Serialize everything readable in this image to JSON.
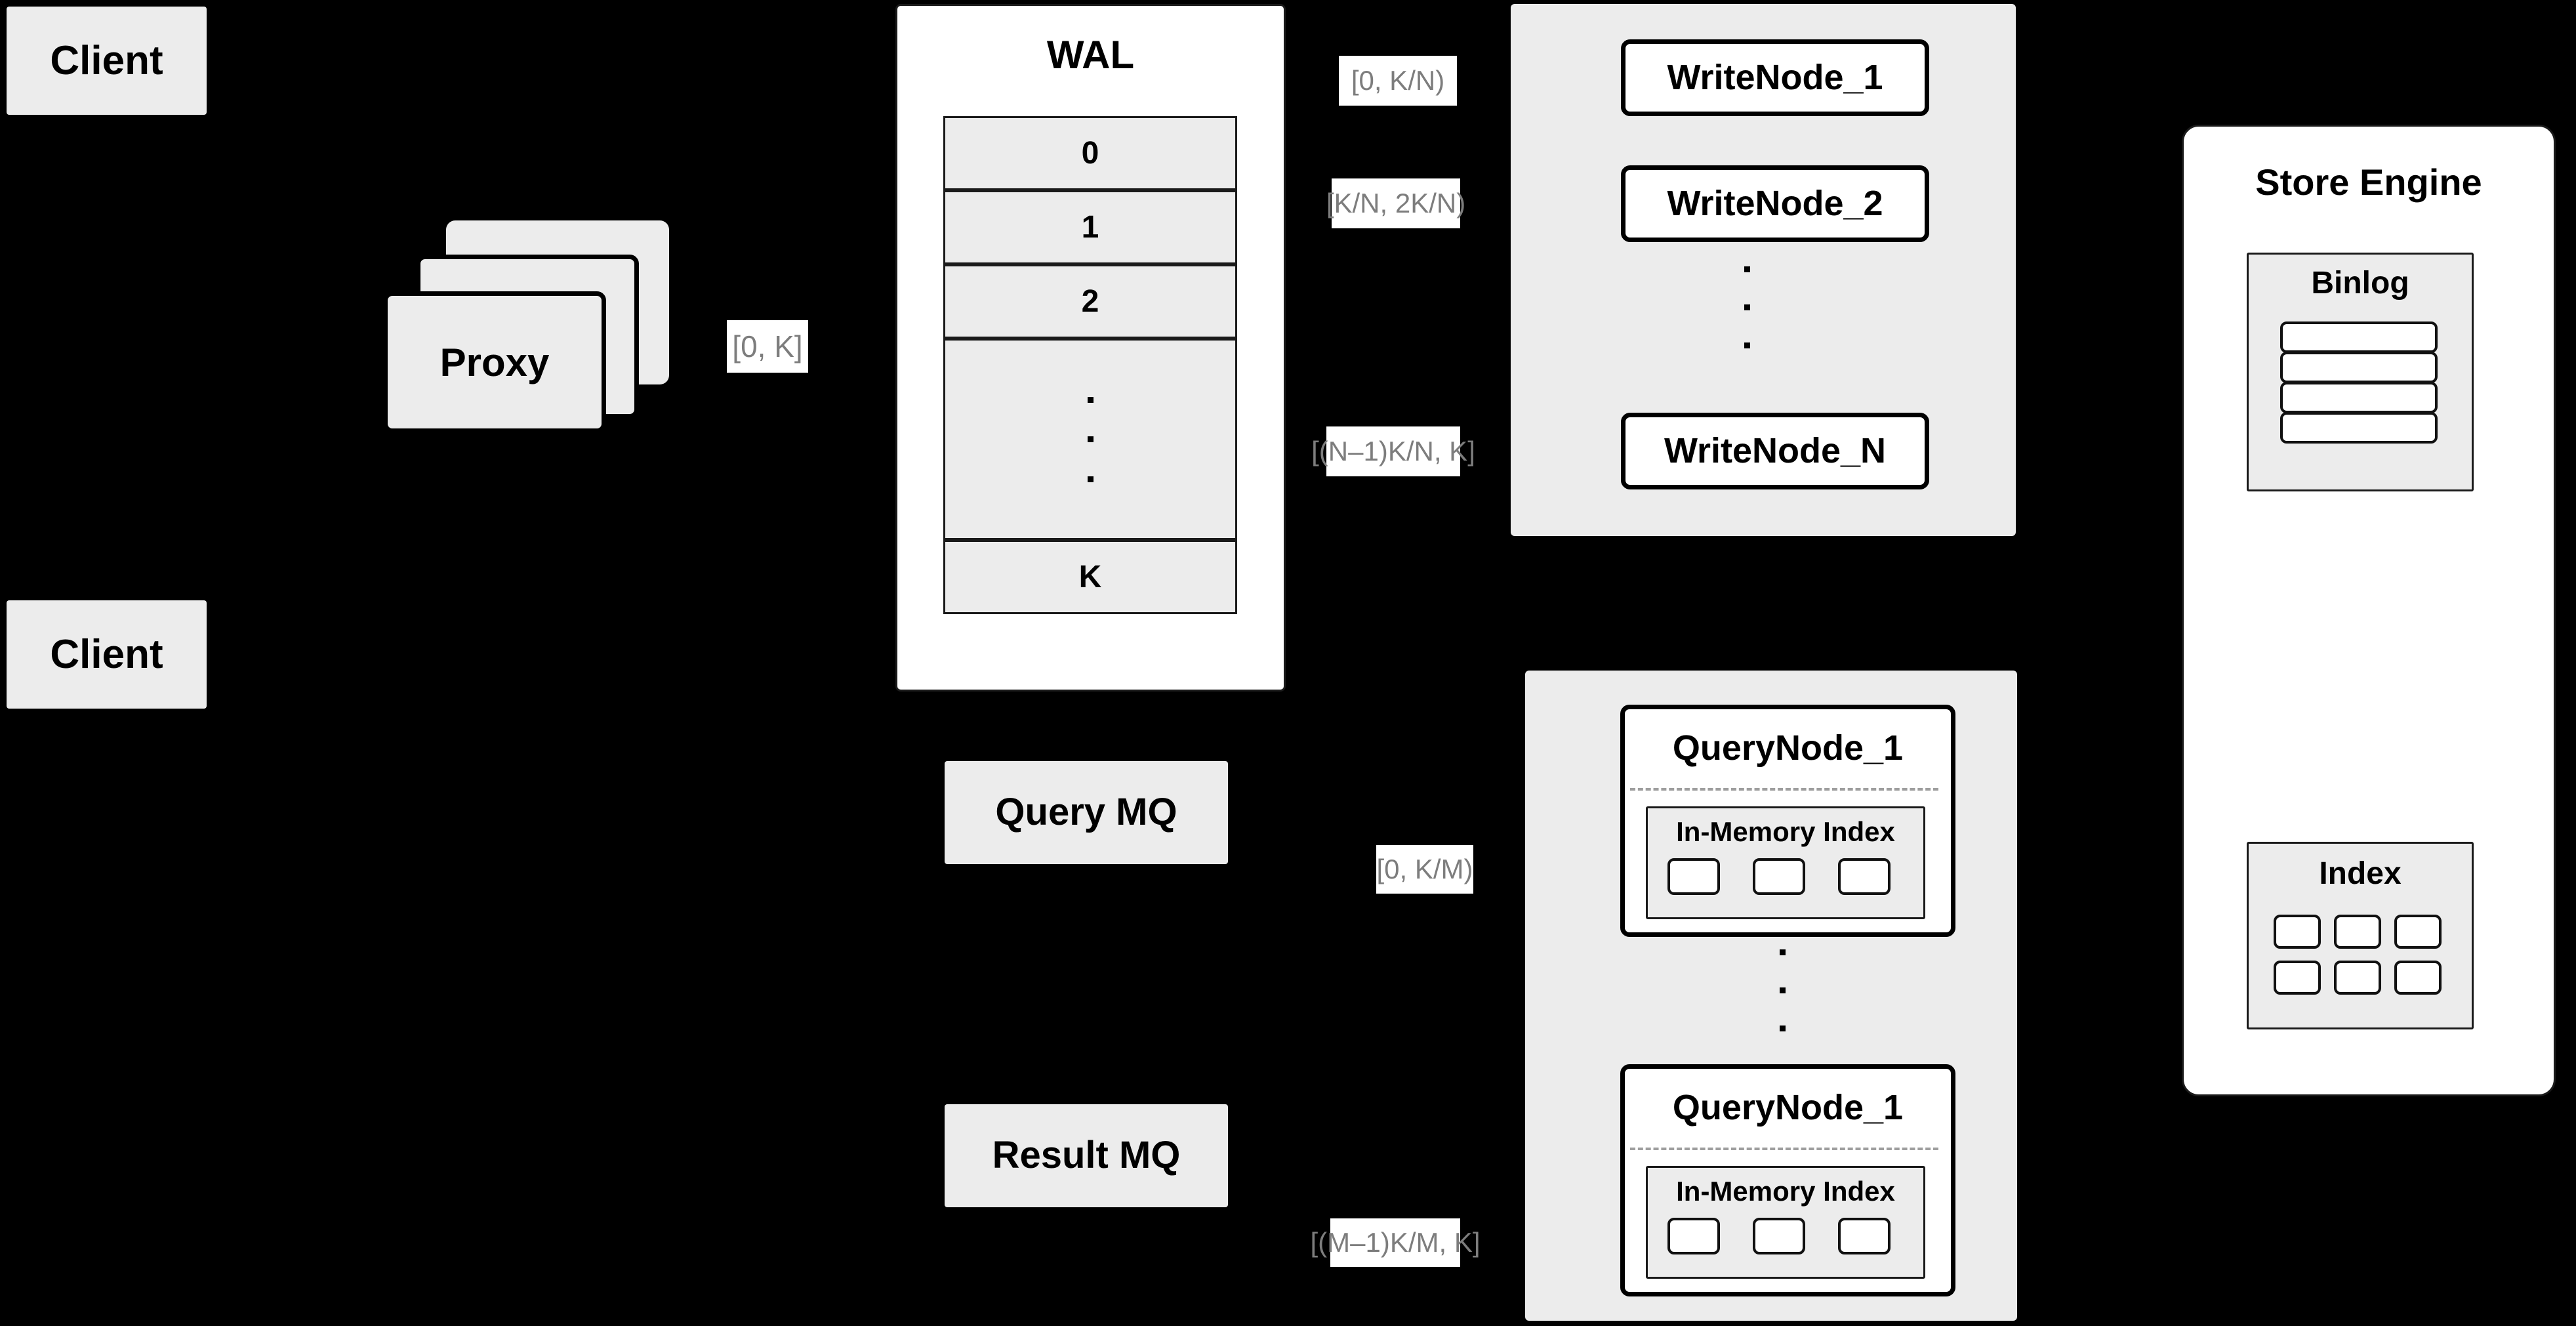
{
  "diagram": {
    "title": "Distributed Write/Query Architecture",
    "background_color": "#000000",
    "node_fill": "#ececec",
    "panel_fill": "#ffffff",
    "stroke_color": "#000000",
    "label_text_color": "#7d7d7d"
  },
  "clients": [
    {
      "label": "Client"
    },
    {
      "label": "Client"
    }
  ],
  "proxy": {
    "label": "Proxy",
    "stack_count": 3
  },
  "wal": {
    "title": "WAL",
    "cells": [
      {
        "label": "0"
      },
      {
        "label": "1"
      },
      {
        "label": "2"
      },
      {
        "label": "",
        "is_ellipsis": true
      },
      {
        "label": "K"
      }
    ]
  },
  "queues": [
    {
      "label": "Query MQ"
    },
    {
      "label": "Result MQ"
    }
  ],
  "write_group": {
    "nodes": [
      {
        "label": "WriteNode_1"
      },
      {
        "label": "WriteNode_2"
      },
      {
        "label": "WriteNode_N"
      }
    ],
    "has_ellipsis": true
  },
  "query_group": {
    "nodes": [
      {
        "label": "QueryNode_1",
        "index_label": "In-Memory Index",
        "index_slots": 3
      },
      {
        "label": "QueryNode_1",
        "index_label": "In-Memory Index",
        "index_slots": 3
      }
    ],
    "has_ellipsis": true
  },
  "store_engine": {
    "title": "Store Engine",
    "binlog": {
      "title": "Binlog",
      "rows": 4
    },
    "index": {
      "title": "Index",
      "cells": 6
    }
  },
  "edge_labels": {
    "proxy_to_wal": "[0, K]",
    "wal_to_write_1": "[0,  K/N)",
    "wal_to_write_2": "[K/N, 2K/N)",
    "wal_to_write_n": "[(N–1)K/N,  K]",
    "to_query_1": "[0, K/M)",
    "to_query_m": "[(M–1)K/M, K]"
  }
}
